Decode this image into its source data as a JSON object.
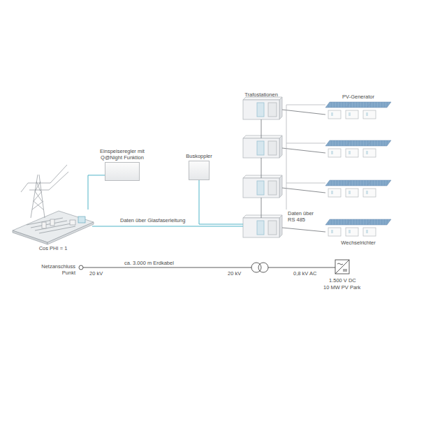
{
  "diagram": {
    "nodes": [
      {
        "text": [
          "Cos PHI = 1"
        ]
      },
      {
        "text": [
          "Einspeiseregler mit Q@Night Funktion"
        ]
      },
      {
        "text": [
          "Buskoppler"
        ]
      },
      {
        "text": [
          "Trafostationen"
        ]
      },
      {
        "text": [
          "PV-Generator"
        ]
      },
      {
        "text": [
          "Wechselrichter"
        ]
      }
    ],
    "edges": [
      {
        "from": 1,
        "to": 0,
        "arrow": "none"
      }
    ],
    "labels": [
      "Daten über Glasfaserleitung",
      "Daten über RS 485",
      "Netzanschluss Punkt",
      "ca. 3.000 m Erdkabel",
      "20 kV",
      "20 kV",
      "0,8 kV AC",
      "1.500 V DC",
      "10 MW PV Park"
    ]
  }
}
